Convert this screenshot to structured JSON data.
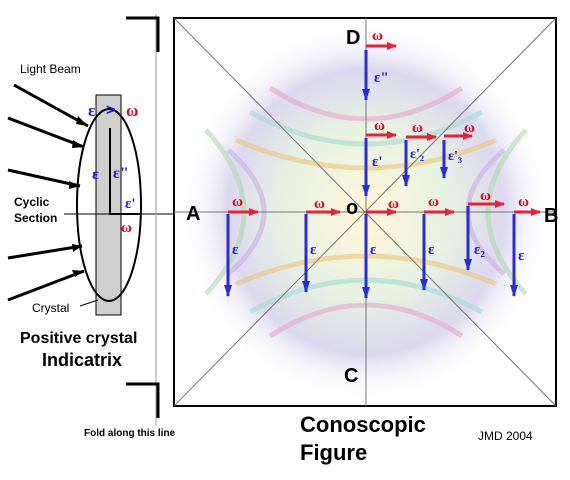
{
  "colors": {
    "omega": "#e8001c",
    "epsilon": "#1a1ad6",
    "arrow_red": "#e8203a",
    "arrow_blue": "#2a2ae0",
    "crystal_gray": "#cfcfcf",
    "black": "#000000"
  },
  "left_panel": {
    "light_beam": "Light Beam",
    "cyclic": "Cyclic",
    "section": "Section",
    "crystal": "Crystal",
    "eps_gt": "ε",
    "gt": ">",
    "omega_top": "ω",
    "eps_left": "ε",
    "eps_dbl": "ε\"",
    "eps_prime": "ε'",
    "omega_bottom": "ω",
    "title_line1": "Positive crystal",
    "title_line2": "Indicatrix"
  },
  "fold_label": "Fold along this line",
  "figure": {
    "point_D": "D",
    "point_A": "A",
    "point_B": "B",
    "point_C": "C",
    "point_O": "o",
    "omega": "ω",
    "eps": "ε",
    "eps_dbl": "ε\"",
    "eps_prime": "ε'",
    "eps_prime2": "ε'₂",
    "eps_prime3": "ε'₃",
    "eps2": "ε₂"
  },
  "caption_line1": "Conoscopic",
  "caption_line2": "Figure",
  "credit": "JMD 2004"
}
